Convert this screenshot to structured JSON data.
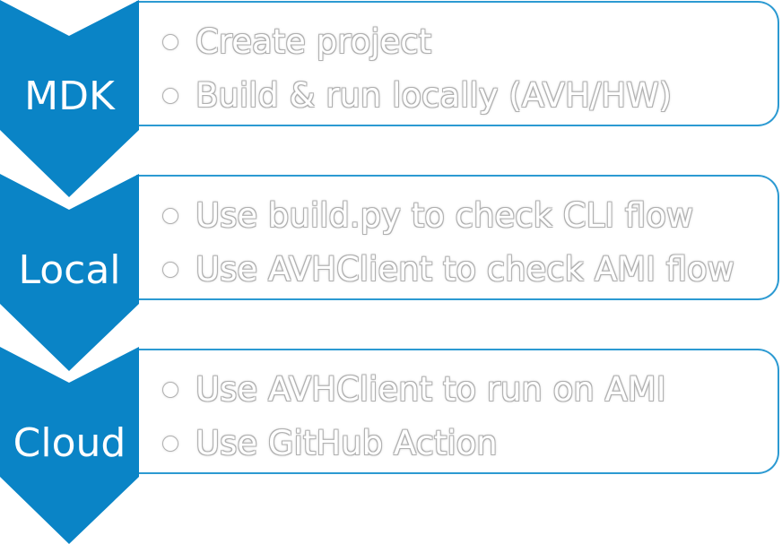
{
  "colors": {
    "accent": "#0a84c6",
    "border": "#2c9ad2",
    "bullet_text": "#ffffff"
  },
  "steps": [
    {
      "label": "MDK",
      "items": [
        "Create project",
        "Build & run locally (AVH/HW)"
      ]
    },
    {
      "label": "Local",
      "items": [
        "Use build.py to check CLI flow",
        "Use AVHClient to check AMI flow"
      ]
    },
    {
      "label": "Cloud",
      "items": [
        "Use AVHClient to run on AMI",
        "Use GitHub Action"
      ]
    }
  ]
}
